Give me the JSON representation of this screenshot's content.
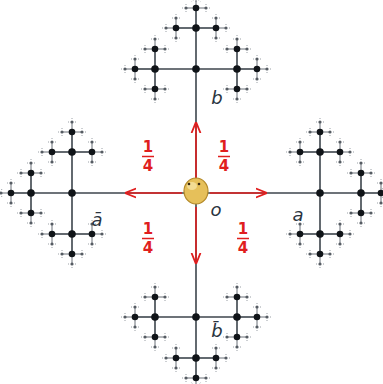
{
  "diagram": {
    "labels": [
      "b",
      "1",
      "4",
      "1",
      "4",
      "ā",
      "o",
      "a",
      "1",
      "4",
      "1",
      "4",
      "b̄"
    ]
  }
}
